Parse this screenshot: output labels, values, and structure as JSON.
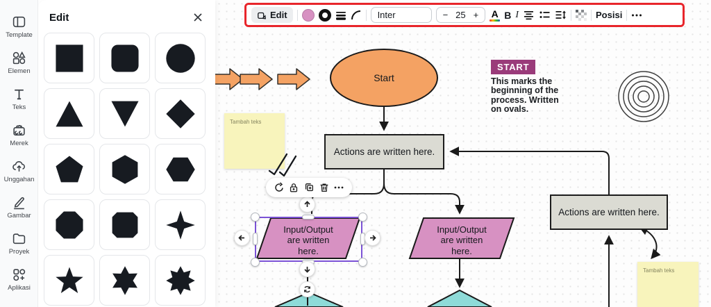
{
  "sidebar": {
    "items": [
      {
        "label": "Template",
        "icon": "template-icon"
      },
      {
        "label": "Elemen",
        "icon": "elements-icon"
      },
      {
        "label": "Teks",
        "icon": "text-icon"
      },
      {
        "label": "Merek",
        "icon": "brand-icon"
      },
      {
        "label": "Unggahan",
        "icon": "upload-icon"
      },
      {
        "label": "Gambar",
        "icon": "draw-icon"
      },
      {
        "label": "Proyek",
        "icon": "projects-icon"
      },
      {
        "label": "Aplikasi",
        "icon": "apps-icon"
      }
    ]
  },
  "panel": {
    "title": "Edit",
    "close_icon": "close-icon",
    "shapes": [
      "square",
      "rounded-square",
      "circle",
      "triangle",
      "triangle-down",
      "diamond",
      "pentagon",
      "hexagon",
      "hexagon-flat",
      "octagon",
      "octagon-square",
      "star-4-point",
      "star-5-point",
      "star-6-point",
      "star-8-point"
    ]
  },
  "toolbar": {
    "edit_label": "Edit",
    "fill_color": "#d791c2",
    "border_color": "#111111",
    "font_name": "Inter",
    "font_size": "25",
    "decrease_label": "−",
    "increase_label": "+",
    "text_color_letter": "A",
    "bold_label": "B",
    "italic_label": "I",
    "position_label": "Posisi",
    "annotation_color": "#e8252b"
  },
  "selection_toolbar": {
    "icons": [
      "rotate-icon",
      "lock-icon",
      "duplicate-icon",
      "delete-icon",
      "more-icon"
    ]
  },
  "canvas": {
    "start_oval": {
      "label": "Start",
      "fill": "#f4a263"
    },
    "action_box_1": {
      "label": "Actions are written here.",
      "fill": "#dbdbd3"
    },
    "action_box_2": {
      "label": "Actions are written here.",
      "fill": "#dbdbd3"
    },
    "io_shape_1": {
      "label": "Input/Output\nare written\nhere.",
      "fill": "#d791c2"
    },
    "io_shape_2": {
      "label": "Input/Output\nare written\nhere.",
      "fill": "#d791c2"
    },
    "start_badge": {
      "label": "START",
      "bg": "#9a3b7a"
    },
    "start_note": "This marks the\nbeginning of the\nprocess. Written\non ovals.",
    "sticky_note_1": {
      "placeholder": "Tambah teks",
      "fill": "#f8f4bc"
    },
    "sticky_note_2": {
      "placeholder": "Tambah teks",
      "fill": "#f8f4bc"
    },
    "decision_fill": "#8edbd8",
    "selection_color": "#7b52d6"
  }
}
